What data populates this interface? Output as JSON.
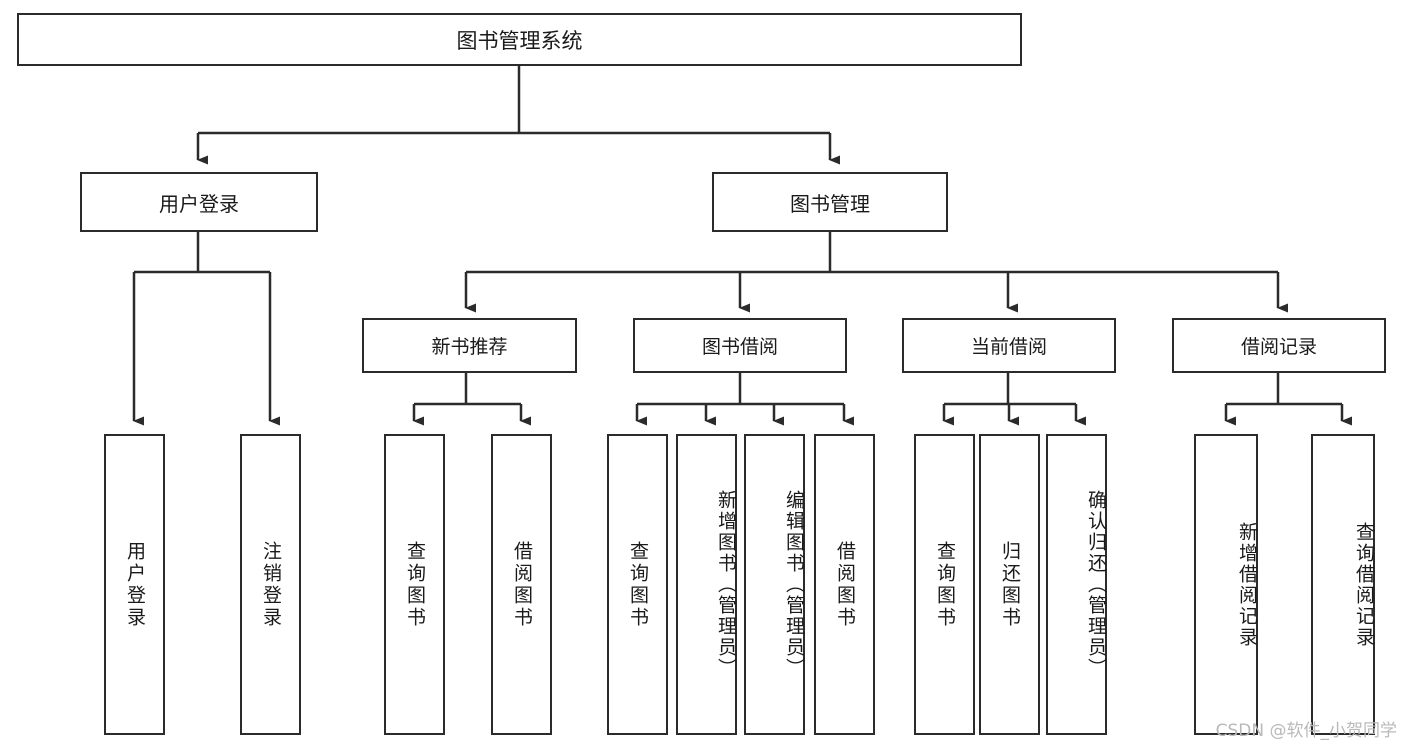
{
  "diagram": {
    "type": "tree-hierarchy-functional-decomposition",
    "root": {
      "label": "图书管理系统"
    },
    "level1": [
      {
        "label": "用户登录"
      },
      {
        "label": "图书管理"
      }
    ],
    "level2": [
      {
        "label": "新书推荐"
      },
      {
        "label": "图书借阅"
      },
      {
        "label": "当前借阅"
      },
      {
        "label": "借阅记录"
      }
    ],
    "leaves": {
      "user_login": [
        {
          "label": "用户登录"
        },
        {
          "label": "注销登录"
        }
      ],
      "new_book_recommend": [
        {
          "label": "查询图书"
        },
        {
          "label": "借阅图书"
        }
      ],
      "book_borrow": [
        {
          "label": "查询图书"
        },
        {
          "label": "新增图书（管理员）"
        },
        {
          "label": "编辑图书（管理员）"
        },
        {
          "label": "借阅图书"
        }
      ],
      "current_borrow": [
        {
          "label": "查询图书"
        },
        {
          "label": "归还图书"
        },
        {
          "label": "确认归还（管理员）"
        }
      ],
      "borrow_record": [
        {
          "label": "新增借阅记录"
        },
        {
          "label": "查询借阅记录"
        }
      ]
    }
  },
  "watermark": {
    "text": "CSDN @软件_小贺同学"
  },
  "colors": {
    "stroke": "#2b2b2b",
    "background": "#ffffff",
    "text": "#1a1a1a",
    "watermark": "#b9b9b9"
  }
}
